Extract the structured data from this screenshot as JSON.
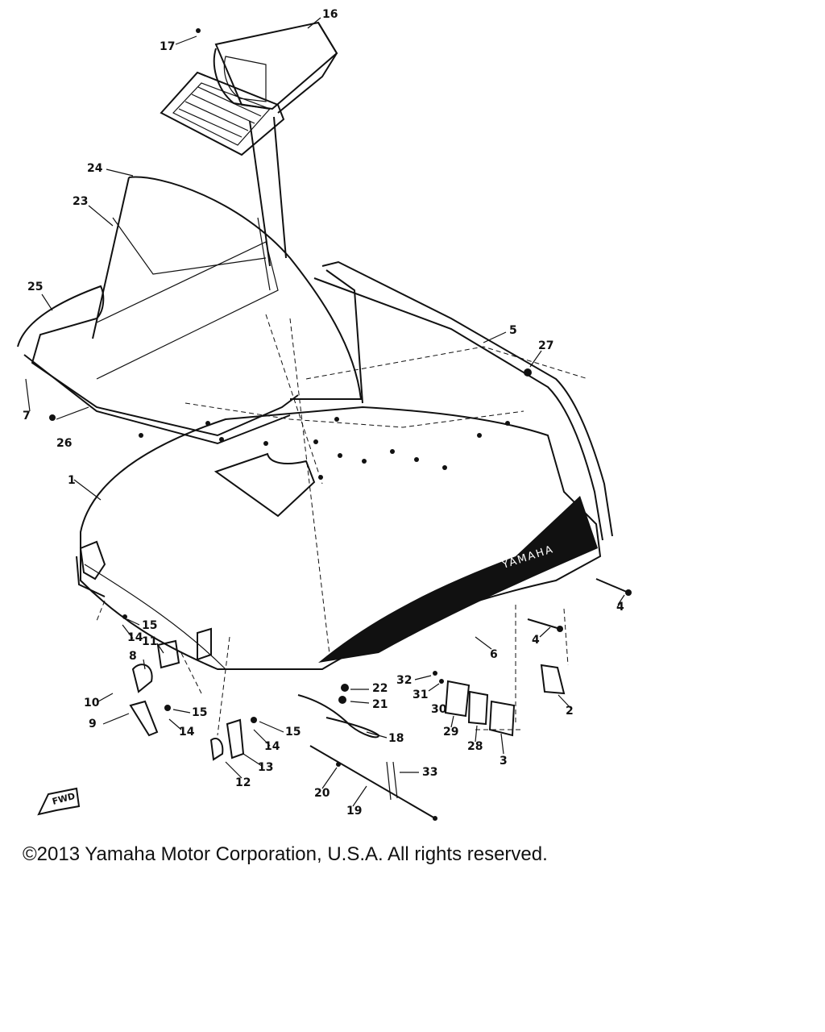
{
  "copyright": "©2013 Yamaha Motor Corporation, U.S.A. All rights reserved.",
  "brand_decal": "YAMAHA",
  "fwd_label": "FWD",
  "part_labels": {
    "p1": "1",
    "p2": "2",
    "p3": "3",
    "p4a": "4",
    "p4b": "4",
    "p5": "5",
    "p6": "6",
    "p7": "7",
    "p8": "8",
    "p9": "9",
    "p10": "10",
    "p11": "11",
    "p12": "12",
    "p13": "13",
    "p14a": "14",
    "p14b": "14",
    "p14c": "14",
    "p15a": "15",
    "p15b": "15",
    "p15c": "15",
    "p16": "16",
    "p17": "17",
    "p18": "18",
    "p19": "19",
    "p20": "20",
    "p21": "21",
    "p22": "22",
    "p23": "23",
    "p24": "24",
    "p25": "25",
    "p26": "26",
    "p27": "27",
    "p28": "28",
    "p29": "29",
    "p30": "30",
    "p31": "31",
    "p32": "32",
    "p33": "33"
  }
}
